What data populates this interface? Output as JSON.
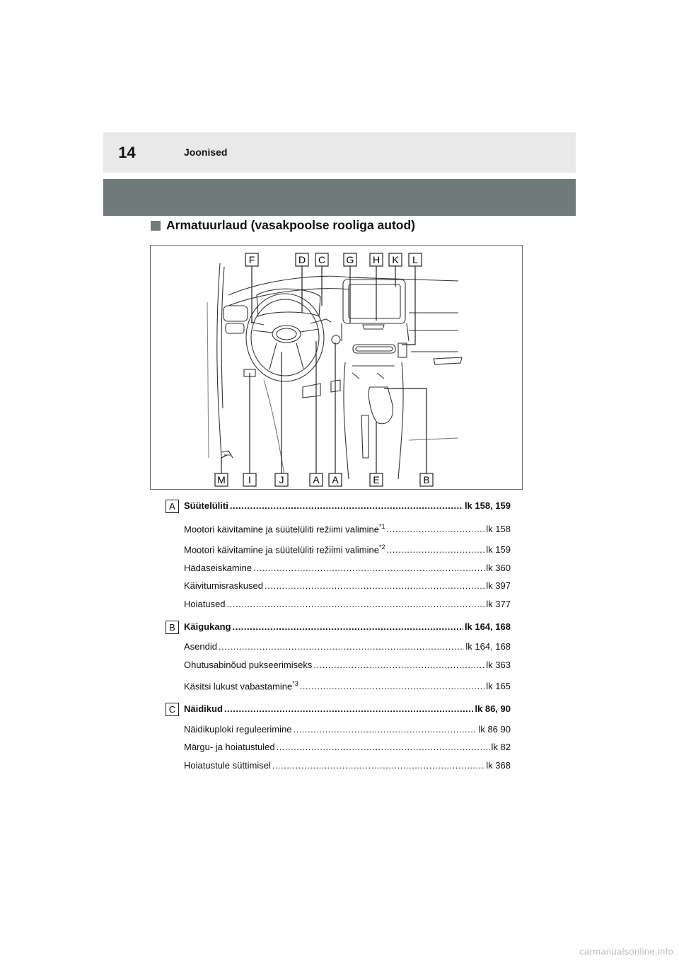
{
  "header": {
    "page_number": "14",
    "chapter": "Joonised"
  },
  "section": {
    "title": "Armatuurlaud (vasakpoolse rooliga autod)"
  },
  "figure": {
    "top_labels": [
      "F",
      "D",
      "C",
      "G",
      "H",
      "K",
      "L"
    ],
    "bottom_labels": [
      "M",
      "I",
      "J",
      "A",
      "A",
      "E",
      "B"
    ]
  },
  "groups": [
    {
      "key": "A",
      "title": "Süütelüliti",
      "page": "lk 158, 159",
      "items": [
        {
          "label": "Mootori käivitamine ja süütelüliti režiimi valimine",
          "sup": "*1",
          "page": "lk 158"
        },
        {
          "label": "Mootori käivitamine ja süütelüliti režiimi valimine",
          "sup": "*2",
          "page": "lk 159"
        },
        {
          "label": "Hädaseiskamine",
          "sup": "",
          "page": "lk 360"
        },
        {
          "label": "Käivitumisraskused",
          "sup": "",
          "page": "lk 397"
        },
        {
          "label": "Hoiatused",
          "sup": "",
          "page": "lk 377"
        }
      ]
    },
    {
      "key": "B",
      "title": "Käigukang",
      "page": "lk 164, 168",
      "items": [
        {
          "label": "Asendid",
          "sup": "",
          "page": "lk 164, 168"
        },
        {
          "label": "Ohutusabinõud pukseerimiseks",
          "sup": "",
          "page": "lk 363"
        },
        {
          "label": "Käsitsi lukust vabastamine",
          "sup": "*3",
          "page": "lk 165"
        }
      ]
    },
    {
      "key": "C",
      "title": "Näidikud",
      "page": "lk 86, 90",
      "items": [
        {
          "label": "Näidikuploki reguleerimine",
          "sup": "",
          "page": "lk 86 90"
        },
        {
          "label": "Märgu- ja hoiatustuled",
          "sup": "",
          "page": "lk 82"
        },
        {
          "label": "Hoiatustule süttimisel",
          "sup": "",
          "page": "lk 368"
        }
      ]
    }
  ],
  "watermark": "carmanualsonline.info"
}
